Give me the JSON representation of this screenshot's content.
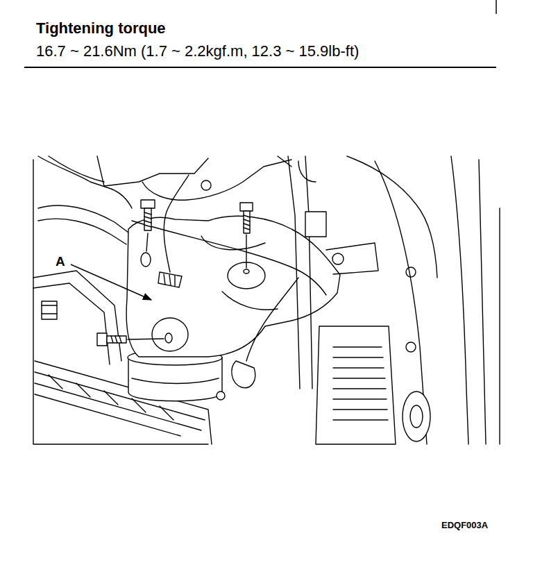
{
  "diagram": {
    "title": "Tightening torque",
    "labels": [
      "16.7 ~ 21.6Nm (1.7 ~ 2.2kgf.m, 12.3 ~ 15.9lb-ft)",
      "A",
      "EDQF003A"
    ]
  }
}
